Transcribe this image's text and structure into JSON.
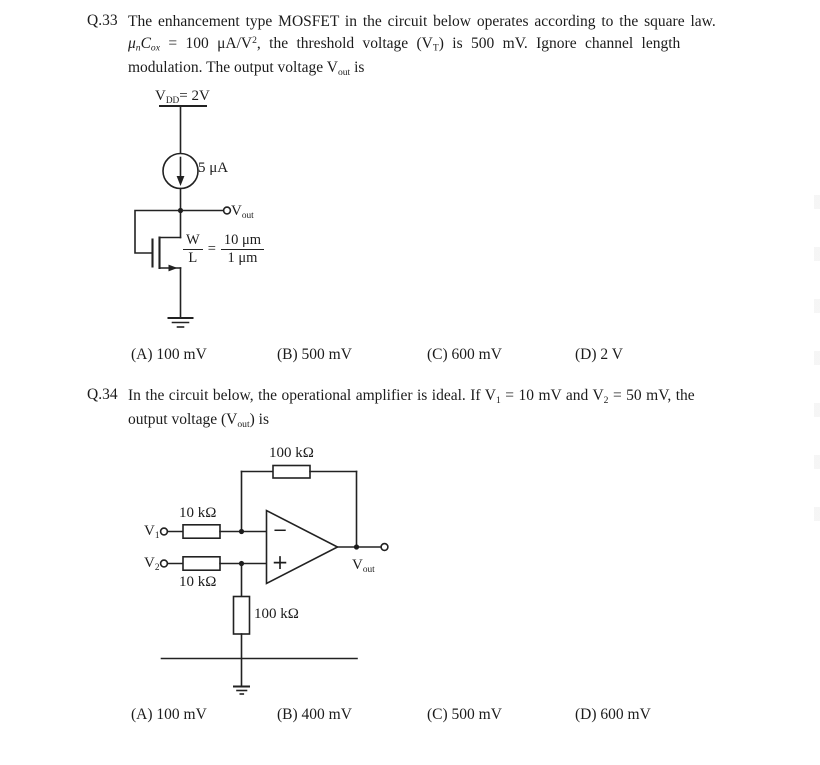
{
  "q33": {
    "number": "Q.33",
    "text": {
      "line1": "The enhancement type MOSFET in the circuit below operates according to the square law.",
      "line2": {
        "mu": "μ",
        "mu_sub": "n",
        "c": "C",
        "c_sub": "ox",
        "mid": " = 100 μA/V",
        "sup": "2",
        "rest": ", the threshold voltage (V",
        "vt_sub": "T",
        "tail": ") is 500 mV. Ignore channel length"
      },
      "line3": {
        "pre": "modulation. The output voltage V",
        "sub": "out",
        "post": " is"
      }
    },
    "circuit": {
      "vdd": {
        "v": "V",
        "sub": "DD",
        "rest": "= 2V"
      },
      "current_source": "5 μA",
      "vout": {
        "v": "V",
        "sub": "out"
      },
      "wl": {
        "num1": "W",
        "den1": "L",
        "eq": "=",
        "num2": "10 μm",
        "den2": "1 μm"
      }
    },
    "options": [
      "(A) 100 mV",
      "(B) 500 mV",
      "(C) 600 mV",
      "(D) 2 V"
    ]
  },
  "q34": {
    "number": "Q.34",
    "text": {
      "line1": {
        "pre": "In the circuit below, the operational amplifier is ideal. If V",
        "s1": "1",
        "mid": " = 10 mV and V",
        "s2": "2",
        "tail": " = 50 mV, the"
      },
      "line2": {
        "pre": "output voltage (V",
        "sub": "out",
        "post": ") is"
      }
    },
    "circuit": {
      "rf": "100 kΩ",
      "r1": "10 kΩ",
      "r2": "10 kΩ",
      "rg": "100 kΩ",
      "v1": {
        "v": "V",
        "sub": "1"
      },
      "v2": {
        "v": "V",
        "sub": "2"
      },
      "minus": "−",
      "plus": "+",
      "vout": {
        "v": "V",
        "sub": "out"
      }
    },
    "options": [
      "(A) 100 mV",
      "(B) 400 mV",
      "(C) 500 mV",
      "(D) 600 mV"
    ]
  }
}
